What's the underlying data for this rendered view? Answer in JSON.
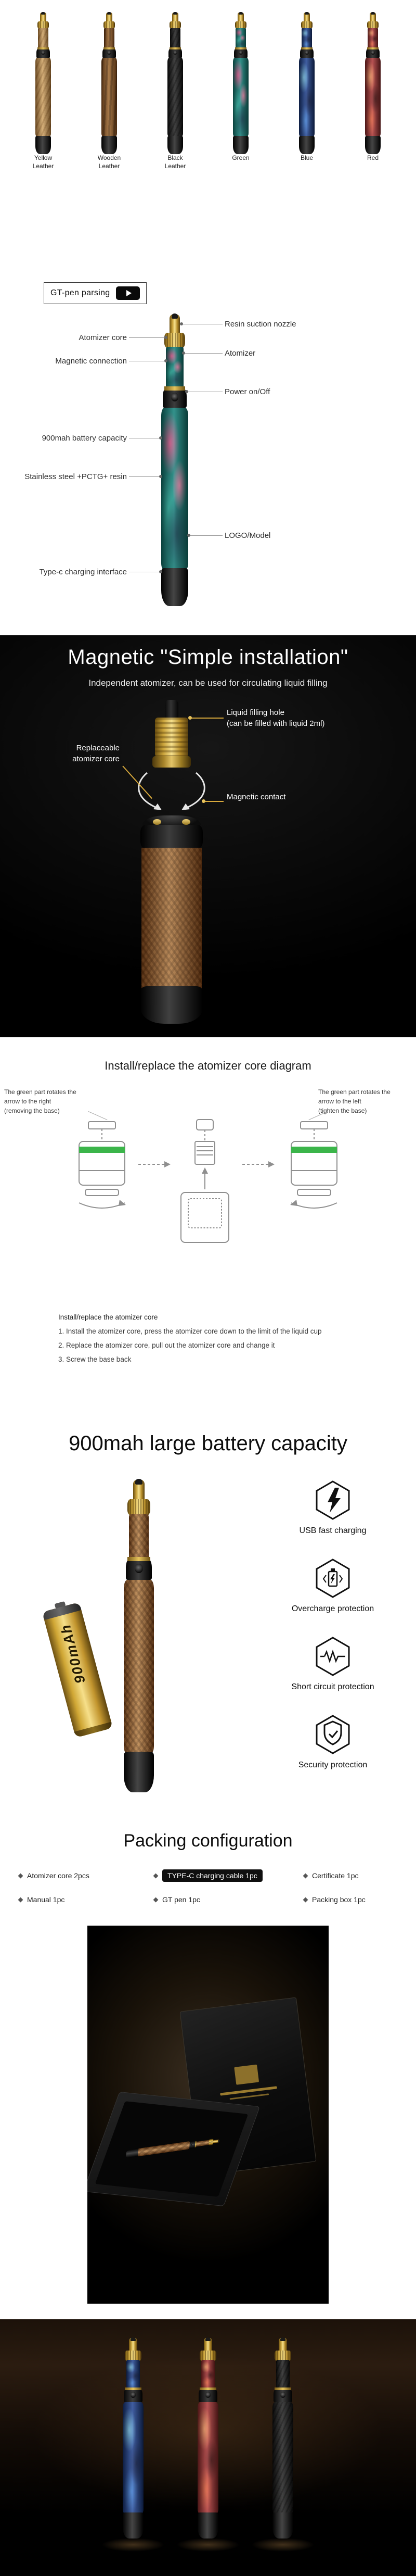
{
  "colors": {
    "accent_gold": "#d8a93c",
    "highlight_green": "#3bb54a",
    "page_bg": "#ffffff",
    "dark_bg": "#000000"
  },
  "variants": {
    "items": [
      {
        "label": "Yellow Leather"
      },
      {
        "label": "Wooden Leather"
      },
      {
        "label": "Black Leather"
      },
      {
        "label": "Green"
      },
      {
        "label": "Blue"
      },
      {
        "label": "Red"
      }
    ]
  },
  "parsing": {
    "badge": "GT-pen parsing",
    "left": [
      "Atomizer core",
      "Magnetic connection",
      "900mah battery capacity",
      "Stainless steel +PCTG+ resin",
      "Type-c charging interface"
    ],
    "right": [
      "Resin suction nozzle",
      "Atomizer",
      "Power on/Off",
      "LOGO/Model"
    ]
  },
  "magnetic": {
    "title": "Magnetic \"Simple installation\"",
    "subtitle": "Independent atomizer, can be used for circulating liquid filling",
    "filling_line1": "Liquid filling hole",
    "filling_line2": "(can be filled with liquid 2ml)",
    "contact": "Magnetic contact",
    "core_line1": "Replaceable",
    "core_line2": "atomizer core"
  },
  "install": {
    "title": "Install/replace the atomizer core diagram",
    "note_left_line1": "The green part rotates the",
    "note_left_line2": "arrow to the right",
    "note_left_line3": "(removing the base)",
    "note_right_line1": "The green part rotates the",
    "note_right_line2": "arrow to the left",
    "note_right_line3": "(tighten the base)",
    "steps_title": "Install/replace the atomizer core",
    "steps": [
      "1. Install the atomizer core, press the atomizer core down to the limit of the liquid cup",
      "2. Replace the atomizer core, pull out the atomizer core and change it",
      "3. Screw the base back"
    ]
  },
  "battery": {
    "title": "900mah large battery capacity",
    "battery_label": "900mAh",
    "features": [
      {
        "icon": "lightning-icon",
        "label": "USB fast charging"
      },
      {
        "icon": "battery-overcharge-icon",
        "label": "Overcharge protection"
      },
      {
        "icon": "short-circuit-icon",
        "label": "Short circuit protection"
      },
      {
        "icon": "shield-check-icon",
        "label": "Security protection"
      }
    ]
  },
  "packing": {
    "title": "Packing configuration",
    "items": [
      "Atomizer core 2pcs",
      "TYPE-C charging cable 1pc",
      "Certificate 1pc",
      "Manual 1pc",
      "GT pen 1pc",
      "Packing box 1pc"
    ]
  }
}
